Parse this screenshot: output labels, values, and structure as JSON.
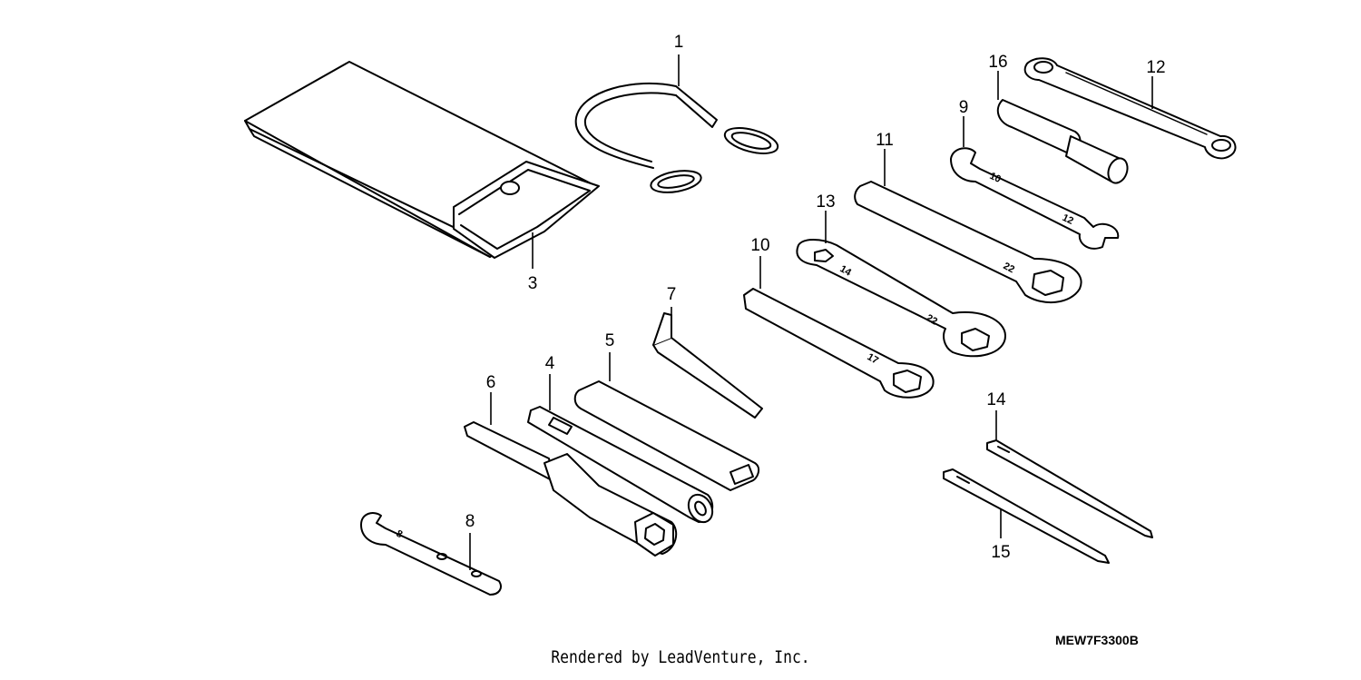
{
  "diagram": {
    "code": "MEW7F3300B",
    "credit": "Rendered by LeadVenture, Inc.",
    "callouts": {
      "p1": "1",
      "p2": "3",
      "p3": "4",
      "p4": "5",
      "p5": "6",
      "p6": "7",
      "p7": "8",
      "p8": "9",
      "p9": "10",
      "p10": "11",
      "p11": "12",
      "p12": "13",
      "p13": "14",
      "p14": "15",
      "p15": "16"
    },
    "size_marks": {
      "wrench_8_a": "8",
      "wrench_9_a": "10",
      "wrench_9_b": "12",
      "wrench_10_a": "17",
      "wrench_11_a": "22",
      "wrench_13_a": "14",
      "wrench_13_b": "22"
    }
  }
}
